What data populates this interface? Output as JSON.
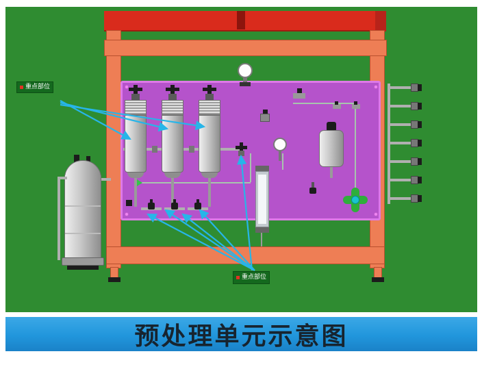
{
  "banner": {
    "title": "预处理单元示意图"
  },
  "annotations": {
    "top_label": {
      "text": "重点部位"
    },
    "bottom_label": {
      "text": "重点部位"
    }
  },
  "colors": {
    "background_green": "#2f8c31",
    "top_bar_red": "#d92b1c",
    "frame_orange": "#ee7e55",
    "panel_purple": "#b553cb",
    "panel_border_pink": "#de79e8",
    "arrow_cyan": "#27b5e9",
    "banner_blue": "#2196dc",
    "label_green": "#14691e",
    "metal_silver": "#cbcbcb"
  },
  "components": [
    "filter-column-1",
    "filter-column-2",
    "filter-column-3",
    "storage-tank",
    "pressure-gauge-top",
    "pressure-gauge-mid",
    "buffer-vessel",
    "flowmeter",
    "four-way-valve",
    "outlet-manifold"
  ]
}
